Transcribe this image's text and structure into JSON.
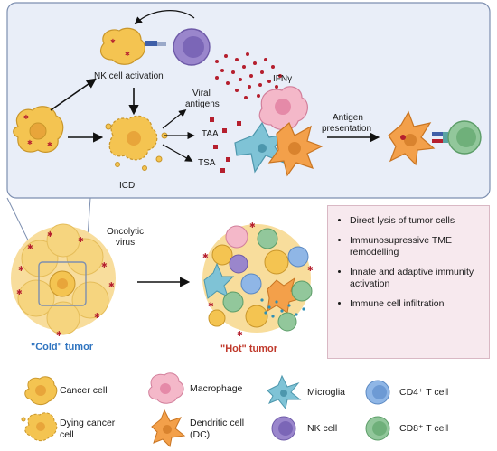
{
  "top_panel": {
    "nk_activation": "NK cell activation",
    "ifn": "IFNγ",
    "viral_antigens_1": "Viral",
    "viral_antigens_2": "antigens",
    "taa": "TAA",
    "tsa": "TSA",
    "icd": "ICD",
    "antigen_presentation_1": "Antigen",
    "antigen_presentation_2": "presentation"
  },
  "middle": {
    "oncolytic_1": "Oncolytic",
    "oncolytic_2": "virus",
    "cold": "\"Cold\" tumor",
    "hot": "\"Hot\" tumor"
  },
  "effects": [
    "Direct lysis of tumor cells",
    "Immunosupressive TME remodelling",
    "Innate and adaptive immunity activation",
    "Immune cell infiltration"
  ],
  "legend": {
    "cancer_cell": "Cancer cell",
    "dying_1": "Dying cancer",
    "dying_2": "cell",
    "macrophage": "Macrophage",
    "dc_1": "Dendritic cell",
    "dc_2": "(DC)",
    "microglia": "Microglia",
    "nk": "NK cell",
    "cd4": "CD4⁺ T cell",
    "cd8": "CD8⁺ T cell"
  },
  "colors": {
    "panel_bg": "#e9eef8",
    "panel_border": "#7d8fb0",
    "cancer": "#f4c451",
    "macrophage": "#f4b8c9",
    "dc": "#f3a04a",
    "microglia": "#7fc3d6",
    "nk": "#9a86cc",
    "cd4": "#8fb6e6",
    "cd8": "#92c79b",
    "antigen": "#b51f2e"
  }
}
